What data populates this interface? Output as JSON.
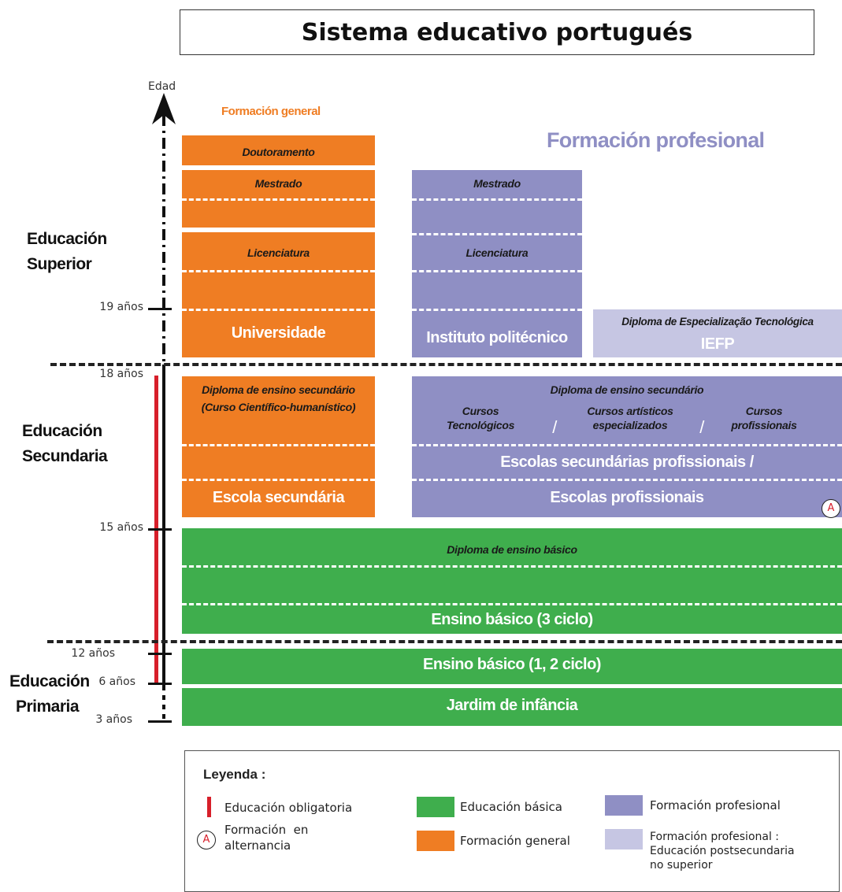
{
  "title": "Sistema educativo portugués",
  "axis_label": "Edad",
  "headers": {
    "general": "Formación general",
    "profesional": "Formación profesional"
  },
  "levels": {
    "superior": [
      "Educación",
      "Superior"
    ],
    "secundaria": [
      "Educación",
      "Secundaria"
    ],
    "primaria": [
      "Educación",
      "Primaria"
    ]
  },
  "ages": [
    "19 años",
    "18 años",
    "15 años",
    "12 años",
    "6 años",
    "3 años"
  ],
  "blocks": {
    "doutoramento": "Doutoramento",
    "mestrado_general": "Mestrado",
    "licenciatura_general": "Licenciatura",
    "universidade": "Universidade",
    "mestrado_prof": "Mestrado",
    "licenciatura_prof": "Licenciatura",
    "instituto": "Instituto politécnico",
    "diploma_especializacao": "Diploma de Especialização Tecnológica",
    "iefp": "IEFP",
    "diploma_sec_general": "Diploma de ensino secundário",
    "curso_cientifico": "(Curso Científico-humanístico)",
    "escola_secundaria": "Escola secundária",
    "diploma_sec_prof": "Diploma de ensino secundário",
    "cursos_tecnologicos": [
      "Cursos",
      "Tecnológicos"
    ],
    "cursos_artisticos": [
      "Cursos artísticos",
      "especializados"
    ],
    "cursos_profissionais": [
      "Cursos",
      "profissionais"
    ],
    "escolas_sec_prof": "Escolas secundárias profissionais /",
    "escolas_prof": "Escolas profissionais",
    "alternancia_marker": "A",
    "diploma_basico": "Diploma de ensino básico",
    "ensino_basico_3": "Ensino básico (3 ciclo)",
    "ensino_basico_12": "Ensino básico (1, 2 ciclo)",
    "jardim": "Jardim de infância",
    "separator_1": "/",
    "separator_2": "/"
  },
  "legend": {
    "title": "Leyenda :",
    "obligatoria": "Educación obligatoria",
    "alternancia_marker": "A",
    "alternancia": [
      "Formación  en",
      "alternancia"
    ],
    "basica": "Educación básica",
    "general": "Formación general",
    "profesional": "Formación profesional",
    "postsecundaria": [
      "Formación profesional :",
      "Educación postsecundaria",
      "no superior"
    ]
  },
  "colors": {
    "orange": "#ef7d23",
    "purple": "#8f8fc4",
    "light_purple": "#c6c6e3",
    "green": "#3fae4d",
    "obligatoria_red": "#d71f2a"
  }
}
